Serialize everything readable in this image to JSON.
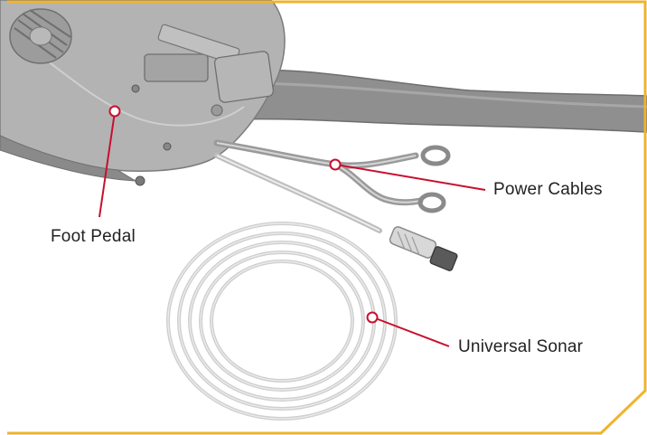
{
  "callouts": {
    "foot_pedal": "Foot Pedal",
    "power_cables": "Power Cables",
    "universal_sonar": "Universal Sonar"
  },
  "colors": {
    "frame": "#f2b32a",
    "callout_line": "#c8102e",
    "illustration_gray": "#9a9a9a"
  }
}
